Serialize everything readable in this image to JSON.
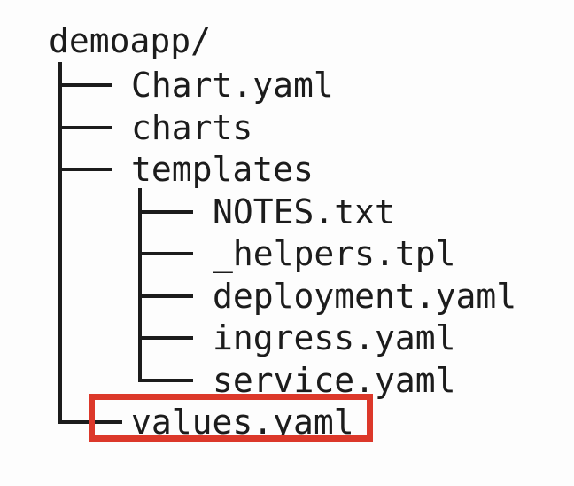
{
  "diagram": {
    "root_label": "demoapp/",
    "items": [
      {
        "label": "Chart.yaml",
        "level": 1,
        "last": false,
        "highlighted": false
      },
      {
        "label": "charts",
        "level": 1,
        "last": false,
        "highlighted": false
      },
      {
        "label": "templates",
        "level": 1,
        "last": false,
        "highlighted": false
      },
      {
        "label": "NOTES.txt",
        "level": 2,
        "last": false,
        "highlighted": false
      },
      {
        "label": "_helpers.tpl",
        "level": 2,
        "last": false,
        "highlighted": false
      },
      {
        "label": "deployment.yaml",
        "level": 2,
        "last": false,
        "highlighted": false
      },
      {
        "label": "ingress.yaml",
        "level": 2,
        "last": false,
        "highlighted": false
      },
      {
        "label": "service.yaml",
        "level": 2,
        "last": true,
        "highlighted": false
      },
      {
        "label": "values.yaml",
        "level": 1,
        "last": true,
        "highlighted": true
      }
    ],
    "highlight": {
      "target": "values.yaml",
      "shape": "red-rectangle",
      "color": "#dc382a"
    },
    "colors": {
      "text": "#1c1c1c",
      "line": "#1c1c1c",
      "background": "#fdfdfd"
    }
  }
}
